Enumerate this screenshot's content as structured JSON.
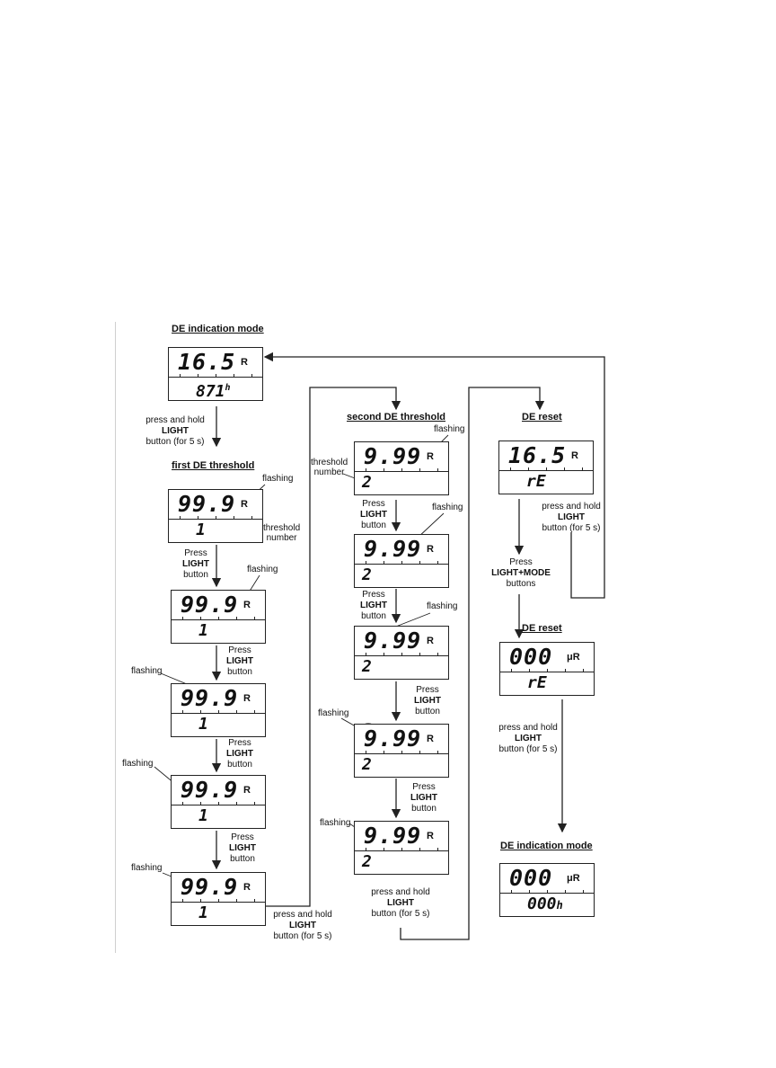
{
  "titles": {
    "de_indication_mode": "DE indication mode",
    "first_threshold": "first DE threshold",
    "second_threshold": "second DE threshold",
    "de_reset_1": "DE reset",
    "de_reset_2": "DE reset",
    "de_indication_mode_2": "DE indication mode"
  },
  "labels": {
    "flashing": "flashing",
    "threshold_number": [
      "threshold",
      "number"
    ],
    "press_hold": [
      "press and hold",
      "LIGHT",
      "button (for 5 s)"
    ],
    "press_light": [
      "Press",
      "LIGHT",
      "button"
    ],
    "press_light_mode": [
      "Press",
      "LIGHT+MODE",
      "buttons"
    ]
  },
  "displays": {
    "d0": {
      "top": "16.5",
      "unit": "R",
      "bottom": "871",
      "bsuffix": "h"
    },
    "a1": {
      "top": "99.9",
      "unit": "R",
      "bottom": "1"
    },
    "b1": {
      "top": "9.99",
      "unit": "R",
      "bottom": "2"
    },
    "r1": {
      "top": "16.5",
      "unit": "R",
      "bottom": "rE"
    },
    "r2": {
      "top": "000",
      "unit": "μR",
      "bottom": "rE"
    },
    "m2": {
      "top": "000",
      "unit": "μR",
      "bottom": "000",
      "bsuffix": "h"
    }
  },
  "colors": {
    "line": "#222222",
    "divider": "#cfcfcf"
  }
}
